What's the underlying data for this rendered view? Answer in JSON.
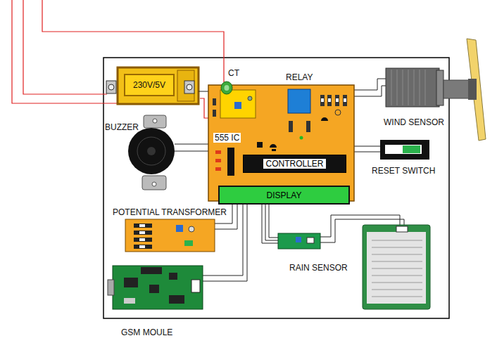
{
  "diagram": {
    "nodes": [
      {
        "text": [
          "230V/5V"
        ]
      },
      {
        "text": [
          "CONTROLLER"
        ]
      },
      {
        "text": [
          "DISPLAY"
        ]
      }
    ],
    "labels": [
      "CT",
      "RELAY",
      "555 IC",
      "BUZZER",
      "WIND SENSOR",
      "RESET SWITCH",
      "POTENTIAL TRANSFORMER",
      "RAIN SENSOR",
      "GSM MOULE"
    ]
  }
}
